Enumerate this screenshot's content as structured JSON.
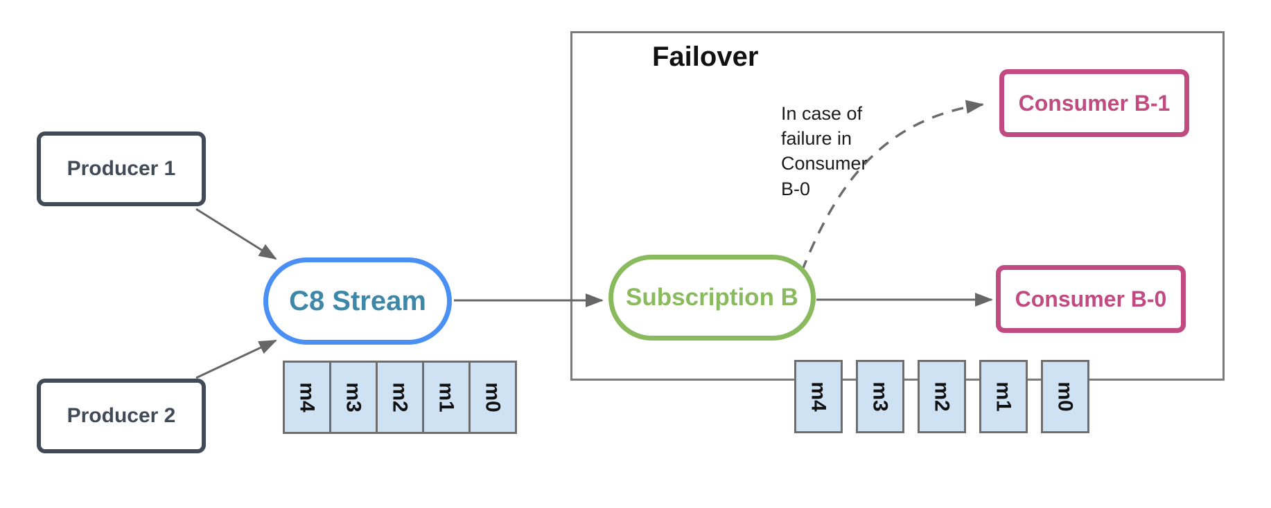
{
  "diagram": {
    "producer1": {
      "label": "Producer 1"
    },
    "producer2": {
      "label": "Producer 2"
    },
    "stream": {
      "label": "C8 Stream"
    },
    "failover": {
      "title": "Failover",
      "subscription": {
        "label": "Subscription B"
      },
      "consumer_b1": {
        "label": "Consumer B-1"
      },
      "consumer_b0": {
        "label": "Consumer B-0"
      },
      "note": "In case of\nfailure in\nConsumer\nB-0"
    },
    "stream_queue": [
      "m4",
      "m3",
      "m2",
      "m1",
      "m0"
    ],
    "subscription_queue": [
      "m4",
      "m3",
      "m2",
      "m1",
      "m0"
    ],
    "colors": {
      "producer": "#414b57",
      "stream_border": "#4a90f4",
      "stream_text": "#3d87a9",
      "subscription": "#8aba5e",
      "consumer": "#c14a80",
      "queue_fill": "#cfe2f3",
      "queue_border": "#6e6e6e",
      "arrow": "#666666",
      "failover_border": "#7b7b7b"
    }
  }
}
